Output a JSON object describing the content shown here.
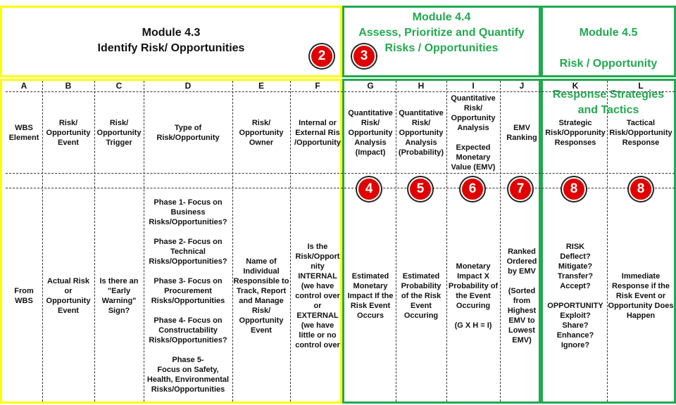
{
  "modules": [
    {
      "id": "4.3",
      "line1": "Module 4.3",
      "line2": "Identify Risk/ Opportunities",
      "line3": ""
    },
    {
      "id": "4.4",
      "line1": "Module 4.4",
      "line2": "Assess, Prioritize and Quantify",
      "line3": "Risks / Opportunities"
    },
    {
      "id": "4.5",
      "line1": "Module 4.5",
      "line2": "Risk / Opportunity",
      "line3": "Response Strategies\nand Tactics"
    }
  ],
  "badges": [
    "2",
    "3",
    "4",
    "5",
    "6",
    "7",
    "8",
    "8"
  ],
  "columns": [
    {
      "letter": "A",
      "header": "WBS\nElement",
      "body": "From\nWBS"
    },
    {
      "letter": "B",
      "header": "Risk/\nOpportunity\nEvent",
      "body": "Actual Risk\nor\nOpportunity\nEvent"
    },
    {
      "letter": "C",
      "header": "Risk/\nOpportunity\nTrigger",
      "body": "Is there an\n\"Early\nWarning\"\nSign?"
    },
    {
      "letter": "D",
      "header": "Type of\nRisk/Opportunity",
      "body": "Phase 1- Focus on\nBusiness\nRisks/Opportunities?\n\nPhase 2- Focus on\nTechnical\nRisks/Opportunities?\n\nPhase 3- Focus on\nProcurement\nRisks/Opportunities\n\nPhase 4- Focus on\nConstructability\nRisks/Opportunities?\n\nPhase 5-\nFocus on Safety,\nHealth, Environmental\nRisks/Opportunities"
    },
    {
      "letter": "E",
      "header": "Risk/\nOpportunity\nOwner",
      "body": "Name of\nIndividual\nResponsible to\nTrack, Report\nand Manage\nRisk/\nOpportunity\nEvent"
    },
    {
      "letter": "F",
      "header": "Internal or\nExternal Ris\n/Opportunity",
      "body": "Is the\nRisk/Opport\nnity\nINTERNAL\n(we have\ncontrol over\nor\nEXTERNAL\n(we have\nlittle or no\ncontrol over"
    },
    {
      "letter": "G",
      "header": "Quantitative\nRisk/\nOpportunity\nAnalysis\n(Impact)",
      "body": "Estimated\nMonetary\nImpact If the\nRisk Event\nOccurs"
    },
    {
      "letter": "H",
      "header": "Quantitative\nRisk/\nOpportunity\nAnalysis\n(Probability)",
      "body": "Estimated\nProbability\nof the Risk\nEvent\nOccuring"
    },
    {
      "letter": "I",
      "header": "Quantitative\nRisk/\nOpportunity\nAnalysis\n\nExpected\nMonetary\nValue (EMV)",
      "body": "Monetary\nImpact X\nProbability of\nthe Event\nOccuring\n\n(G X H = I)"
    },
    {
      "letter": "J",
      "header": "EMV\nRanking",
      "body": "Ranked\nOrdered\nby EMV\n\n(Sorted\nfrom\nHighest\nEMV to\nLowest\nEMV)"
    },
    {
      "letter": "K",
      "header": "Strategic\nRisk/Opporunity\nResponses",
      "body": "RISK\nDeflect?\nMitigate?\nTransfer?\nAccept?\n\nOPPORTUNITY\nExploit?\nShare?\nEnhance?\nIgnore?"
    },
    {
      "letter": "L",
      "header": "Tactical\nRisk/Opportunity\nResponse",
      "body": "Immediate\nResponse if the\nRisk Event or\nOpportunity Does\nHappen"
    }
  ]
}
